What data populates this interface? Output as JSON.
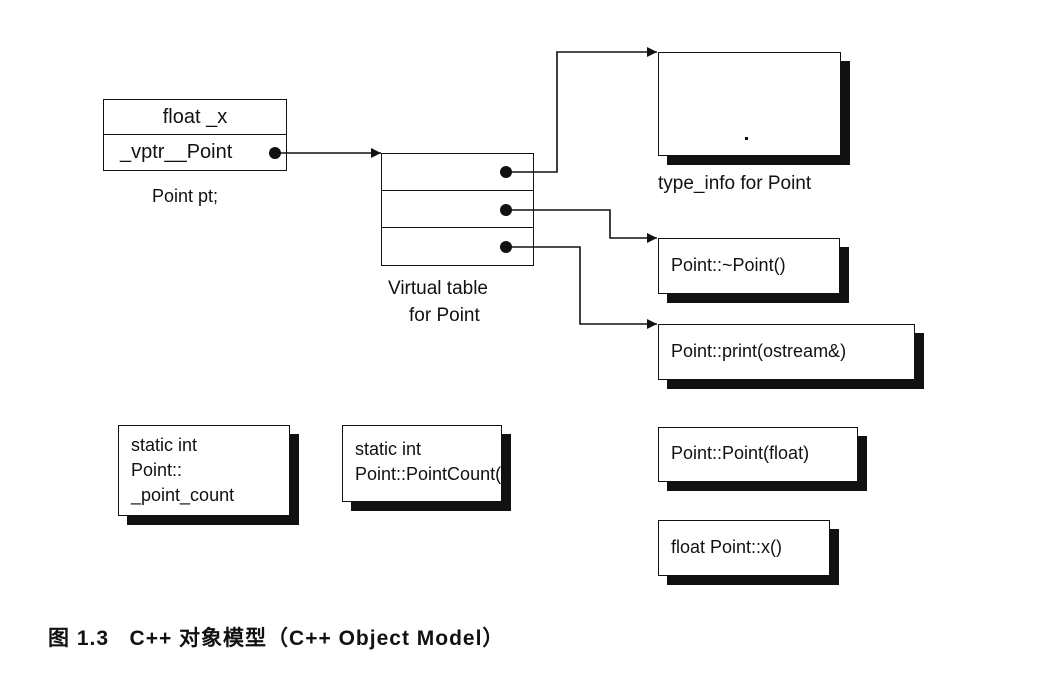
{
  "object": {
    "field_float": "float _x",
    "field_vptr": "_vptr__Point",
    "instance_label": "Point pt;"
  },
  "vtable": {
    "label_line1": "Virtual table",
    "label_line2": "for Point",
    "slots": 3
  },
  "targets": {
    "type_info_label": "type_info for Point",
    "dtor": "Point::~Point()",
    "print": "Point::print(ostream&)",
    "ctor": "Point::Point(float)",
    "accessor": "float Point::x()"
  },
  "statics": {
    "data_member": "static int\nPoint::\n_point_count",
    "member_function": "static int\nPoint::PointCount()"
  },
  "caption": "图 1.3   C++ 对象模型（C++ Object Model）"
}
